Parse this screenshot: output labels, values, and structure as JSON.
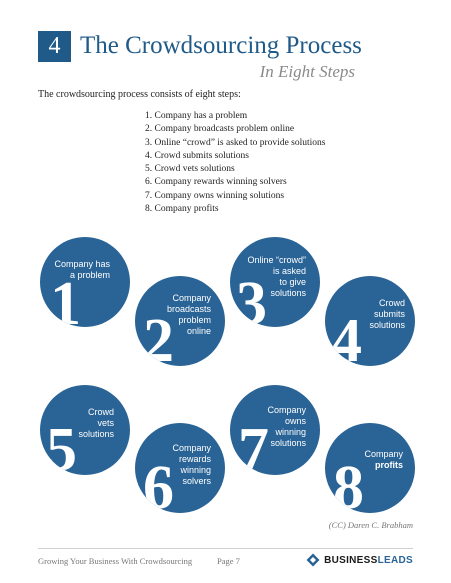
{
  "header": {
    "chapter_number": "4",
    "title": "The Crowdsourcing Process",
    "subtitle": "In Eight Steps"
  },
  "intro": "The crowdsourcing process consists of eight steps:",
  "steps": [
    "1. Company has a problem",
    "2. Company broadcasts problem online",
    "3. Online “crowd” is asked to provide solutions",
    "4. Crowd submits solutions",
    "5. Crowd vets solutions",
    "6. Company rewards winning solvers",
    "7. Company owns winning solutions",
    "8. Company profits"
  ],
  "circles": [
    {
      "number": "1",
      "label": "Company has\na problem"
    },
    {
      "number": "2",
      "label": "Company\nbroadcasts\nproblem\nonline"
    },
    {
      "number": "3",
      "label": "Online “crowd”\nis asked\nto give\nsolutions"
    },
    {
      "number": "4",
      "label": "Crowd\nsubmits\nsolutions"
    },
    {
      "number": "5",
      "label": "Crowd\nvets\nsolutions"
    },
    {
      "number": "6",
      "label": "Company\nrewards\nwinning\nsolvers"
    },
    {
      "number": "7",
      "label": "Company\nowns\nwinning\nsolutions"
    },
    {
      "number": "8",
      "label_plain": "Company",
      "label_bold": "profits"
    }
  ],
  "credit": "(CC) Daren C. Brabham",
  "footer": {
    "text": "Growing Your Business With Crowdsourcing",
    "page": "Page 7",
    "logo_part1": "BUSINESS",
    "logo_part2": "LEADS"
  },
  "colors": {
    "accent": "#1f5a88",
    "circle": "#2a6496"
  }
}
